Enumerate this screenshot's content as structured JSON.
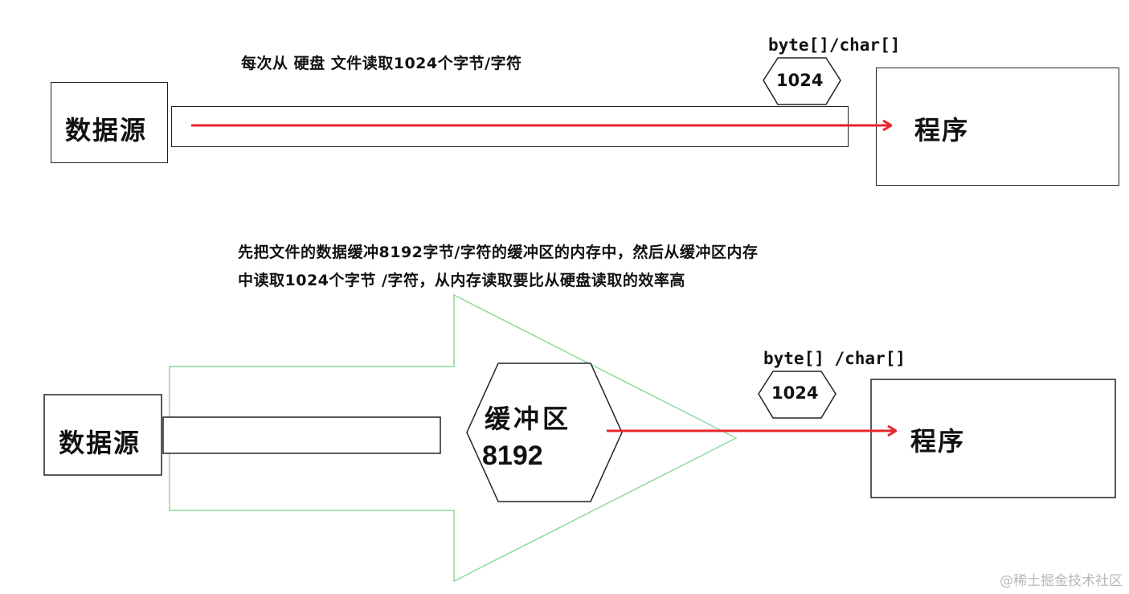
{
  "top": {
    "caption": "每次从 硬盘 文件读取1024个字节/字符",
    "source_label": "数据源",
    "array_type": "byte[]/char[]",
    "array_size": "1024",
    "program_label": "程序"
  },
  "bottom": {
    "caption_line1": "先把文件的数据缓冲8192字节/字符的缓冲区的内存中，然后从缓冲区内存",
    "caption_line2": "中读取1024个字节 /字符，从内存读取要比从硬盘读取的效率高",
    "source_label": "数据源",
    "buffer_label": "缓冲区",
    "buffer_size": "8192",
    "array_type": "byte[] /char[]",
    "array_size": "1024",
    "program_label": "程序"
  },
  "watermark": "@稀土掘金技术社区",
  "colors": {
    "arrow": "#e8262b",
    "buffer_outline": "#8fd99a",
    "stroke": "#222222"
  }
}
